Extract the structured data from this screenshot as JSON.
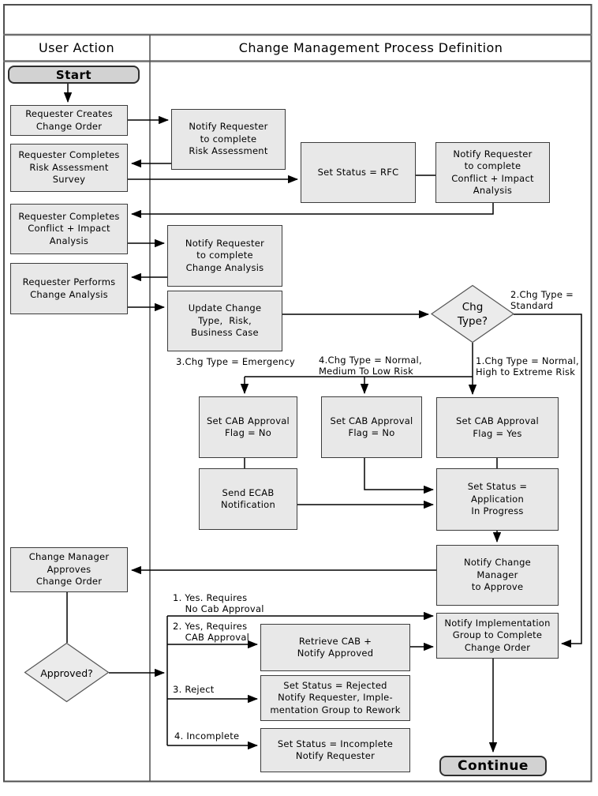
{
  "header": {
    "user_action": "User Action",
    "process": "Change Management Process Definition"
  },
  "terminals": {
    "start": "Start",
    "cont": "Continue"
  },
  "nodes": {
    "ua_create": "Requester Creates\nChange Order",
    "ua_risk_survey": "Requester Completes\nRisk Assessment\nSurvey",
    "ua_conflict": "Requester Completes\nConflict + Impact\nAnalysis",
    "ua_change_analysis": "Requester Performs\nChange Analysis",
    "ua_manager_approves": "Change Manager\nApproves\nChange Order",
    "approved_diamond": "Approved?",
    "notify_risk": "Notify Requester\nto complete\nRisk Assessment",
    "set_rfc": "Set Status = RFC",
    "notify_conflict": "Notify Requester\nto complete\nConflict + Impact\nAnalysis",
    "notify_change_analysis": "Notify Requester\nto complete\nChange Analysis",
    "update_change": "Update Change\nType,  Risk,\nBusiness Case",
    "chg_type_diamond": "Chg\nType?",
    "cab_no_1": "Set CAB Approval\nFlag = No",
    "cab_no_2": "Set CAB Approval\nFlag = No",
    "cab_yes": "Set CAB Approval\nFlag = Yes",
    "send_ecab": "Send ECAB\nNotification",
    "status_app_progress": "Set Status =\nApplication\nIn Progress",
    "notify_change_manager": "Notify Change\nManager\nto Approve",
    "notify_implementation": "Notify Implementation\nGroup to Complete\nChange Order",
    "retrieve_cab": "Retrieve CAB +\nNotify Approved",
    "status_rejected": "Set Status = Rejected\nNotify Requester, Imple-\nmentation Group to Rework",
    "status_incomplete": "Set Status = Incomplete\nNotify Requester"
  },
  "edge_labels": {
    "chg1": "1.Chg Type = Normal,\nHigh to Extreme Risk",
    "chg2": "2.Chg Type =\nStandard",
    "chg3": "3.Chg Type = Emergency",
    "chg4": "4.Chg Type = Normal,\nMedium To Low Risk",
    "app1": "1. Yes. Requires\n    No Cab Approval",
    "app2": "2. Yes, Requires\n    CAB Approval",
    "app3": "3. Reject",
    "app4": "4. Incomplete"
  },
  "colors": {
    "node_fill": "#e8e8e8",
    "node_border": "#3c3c3c",
    "terminal_fill": "#d2d2d2",
    "line": "#000000",
    "frame": "#4f4f4f",
    "header_rule": "#6e6e6e"
  }
}
